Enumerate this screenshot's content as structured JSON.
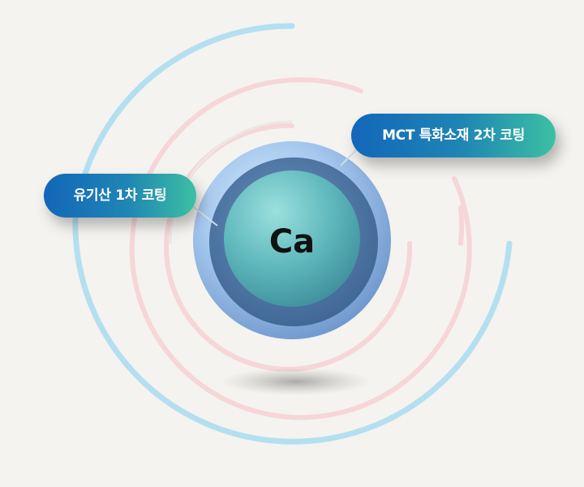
{
  "labels": {
    "inner_coating": "유기산 1차 코팅",
    "outer_coating": "MCT 특화소재 2차 코팅",
    "core": "Ca"
  },
  "colors": {
    "background": "#f4f3ef",
    "ring_blue": "#b4dff0",
    "ring_pink": "#f6d6d6",
    "pill_start": "#1366b9",
    "pill_end": "#3cc0a2",
    "core_teal": "#58b4b6",
    "shell_blue": "#8fb7e2"
  }
}
